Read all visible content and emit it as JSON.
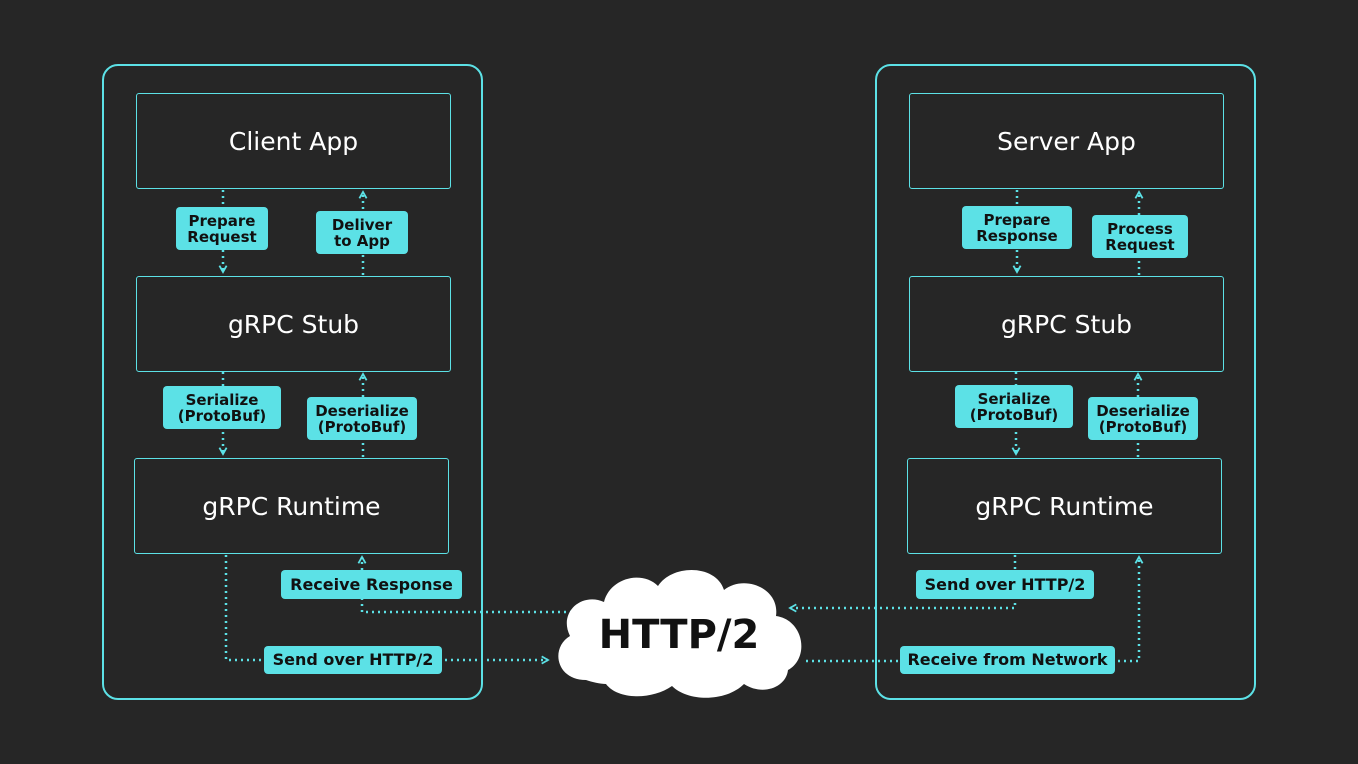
{
  "client": {
    "layers": {
      "app": "Client App",
      "stub": "gRPC Stub",
      "runtime": "gRPC Runtime"
    },
    "steps": {
      "prepare": "Prepare\nRequest",
      "deliver": "Deliver\nto App",
      "serialize": "Serialize\n(ProtoBuf)",
      "deserialize": "Deserialize\n(ProtoBuf)",
      "receive": "Receive Response",
      "send": "Send over HTTP/2"
    }
  },
  "server": {
    "layers": {
      "app": "Server App",
      "stub": "gRPC Stub",
      "runtime": "gRPC Runtime"
    },
    "steps": {
      "prepare": "Prepare\nResponse",
      "process": "Process\nRequest",
      "serialize": "Serialize\n(ProtoBuf)",
      "deserialize": "Deserialize\n(ProtoBuf)",
      "send": "Send over HTTP/2",
      "receive": "Receive from Network"
    }
  },
  "network": {
    "label": "HTTP/2"
  },
  "colors": {
    "background": "#262626",
    "accent": "#5ce1e6",
    "layer_text": "#ffffff",
    "tag_text": "#111111"
  }
}
